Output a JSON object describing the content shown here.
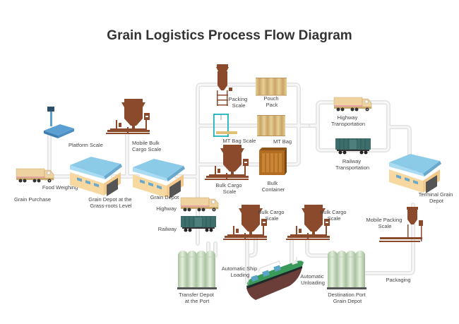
{
  "title": "Grain Logistics Process Flow Diagram",
  "colors": {
    "pipe": "#e2e2e2",
    "scale_brown": "#8b4a2b",
    "warehouse_roof": "#8ccbe8",
    "warehouse_wall": "#f6d8a0",
    "truck_body": "#eed3a0",
    "rail_car": "#3e6e6c",
    "silo": "#c8dcc0",
    "bag": "#d9b878",
    "crate": "#b36d22",
    "platform_scale": "#5b9fd3",
    "ship_hull": "#6b3e3a",
    "ship_deck": "#3a9a5a"
  },
  "nodes": {
    "grain_purchase": {
      "label": [
        "Grain Purchase"
      ],
      "icon": "truck-icon"
    },
    "food_weighing": {
      "label": [
        "Food Weighing"
      ]
    },
    "platform_scale": {
      "label": [
        "Platform Scale"
      ],
      "icon": "platform-scale-icon"
    },
    "grain_depot_grassroots": {
      "label": [
        "Grain Depot at the",
        "Grass-roots Level"
      ],
      "icon": "warehouse-icon"
    },
    "mobile_bulk_cargo_scale": {
      "label": [
        "Mobile Bulk",
        "Cargo Scale"
      ],
      "icon": "bulk-scale-icon"
    },
    "grain_depot": {
      "label": [
        "Grain Depot"
      ],
      "icon": "warehouse-icon"
    },
    "highway": {
      "label": [
        "Highway"
      ],
      "icon": "truck-icon"
    },
    "railway": {
      "label": [
        "Railway"
      ],
      "icon": "rail-car-icon"
    },
    "packing_scale": {
      "label": [
        "Packing",
        "Scale"
      ],
      "icon": "packing-scale-icon"
    },
    "pouch_pack": {
      "label": [
        "Pouch",
        "Pack"
      ],
      "icon": "bag-icon"
    },
    "mt_bag_scale": {
      "label": [
        "MT Bag Scale"
      ],
      "icon": "mt-bag-scale-icon"
    },
    "mt_bag": {
      "label": [
        "MT Bag"
      ],
      "icon": "bag-icon"
    },
    "bulk_cargo_scale_1": {
      "label": [
        "Bulk Cargo",
        "Scale"
      ],
      "icon": "bulk-scale-icon"
    },
    "bulk_container": {
      "label": [
        "Bulk",
        "Container"
      ],
      "icon": "crate-icon"
    },
    "bulk_cargo_scale_2": {
      "label": [
        "Bulk Cargo",
        "Scale"
      ],
      "icon": "bulk-scale-icon"
    },
    "bulk_cargo_scale_3": {
      "label": [
        "Bulk Cargo",
        "Scale"
      ],
      "icon": "bulk-scale-icon"
    },
    "highway_transportation": {
      "label": [
        "Highway",
        "Transportation"
      ],
      "icon": "truck-icon"
    },
    "railway_transportation": {
      "label": [
        "Railway",
        "Transportation"
      ],
      "icon": "rail-car-icon"
    },
    "terminal_grain_depot": {
      "label": [
        "Terminal Grain",
        "Depot"
      ],
      "icon": "warehouse-icon"
    },
    "mobile_packing_scale": {
      "label": [
        "Mobile Packing",
        "Scale"
      ],
      "icon": "bulk-scale-icon"
    },
    "transfer_depot_port": {
      "label": [
        "Transfer Depot",
        "at the Port"
      ],
      "icon": "silo-icon"
    },
    "automatic_ship_loading": {
      "label": [
        "Automatic Ship",
        "Loading"
      ],
      "icon": "ship-icon"
    },
    "automatic_unloading": {
      "label": [
        "Automatic",
        "Unloading"
      ]
    },
    "destination_port_grain_depot": {
      "label": [
        "Destination Port",
        "Grain Depot"
      ],
      "icon": "silo-icon"
    },
    "packaging": {
      "label": [
        "Packaging"
      ]
    }
  }
}
